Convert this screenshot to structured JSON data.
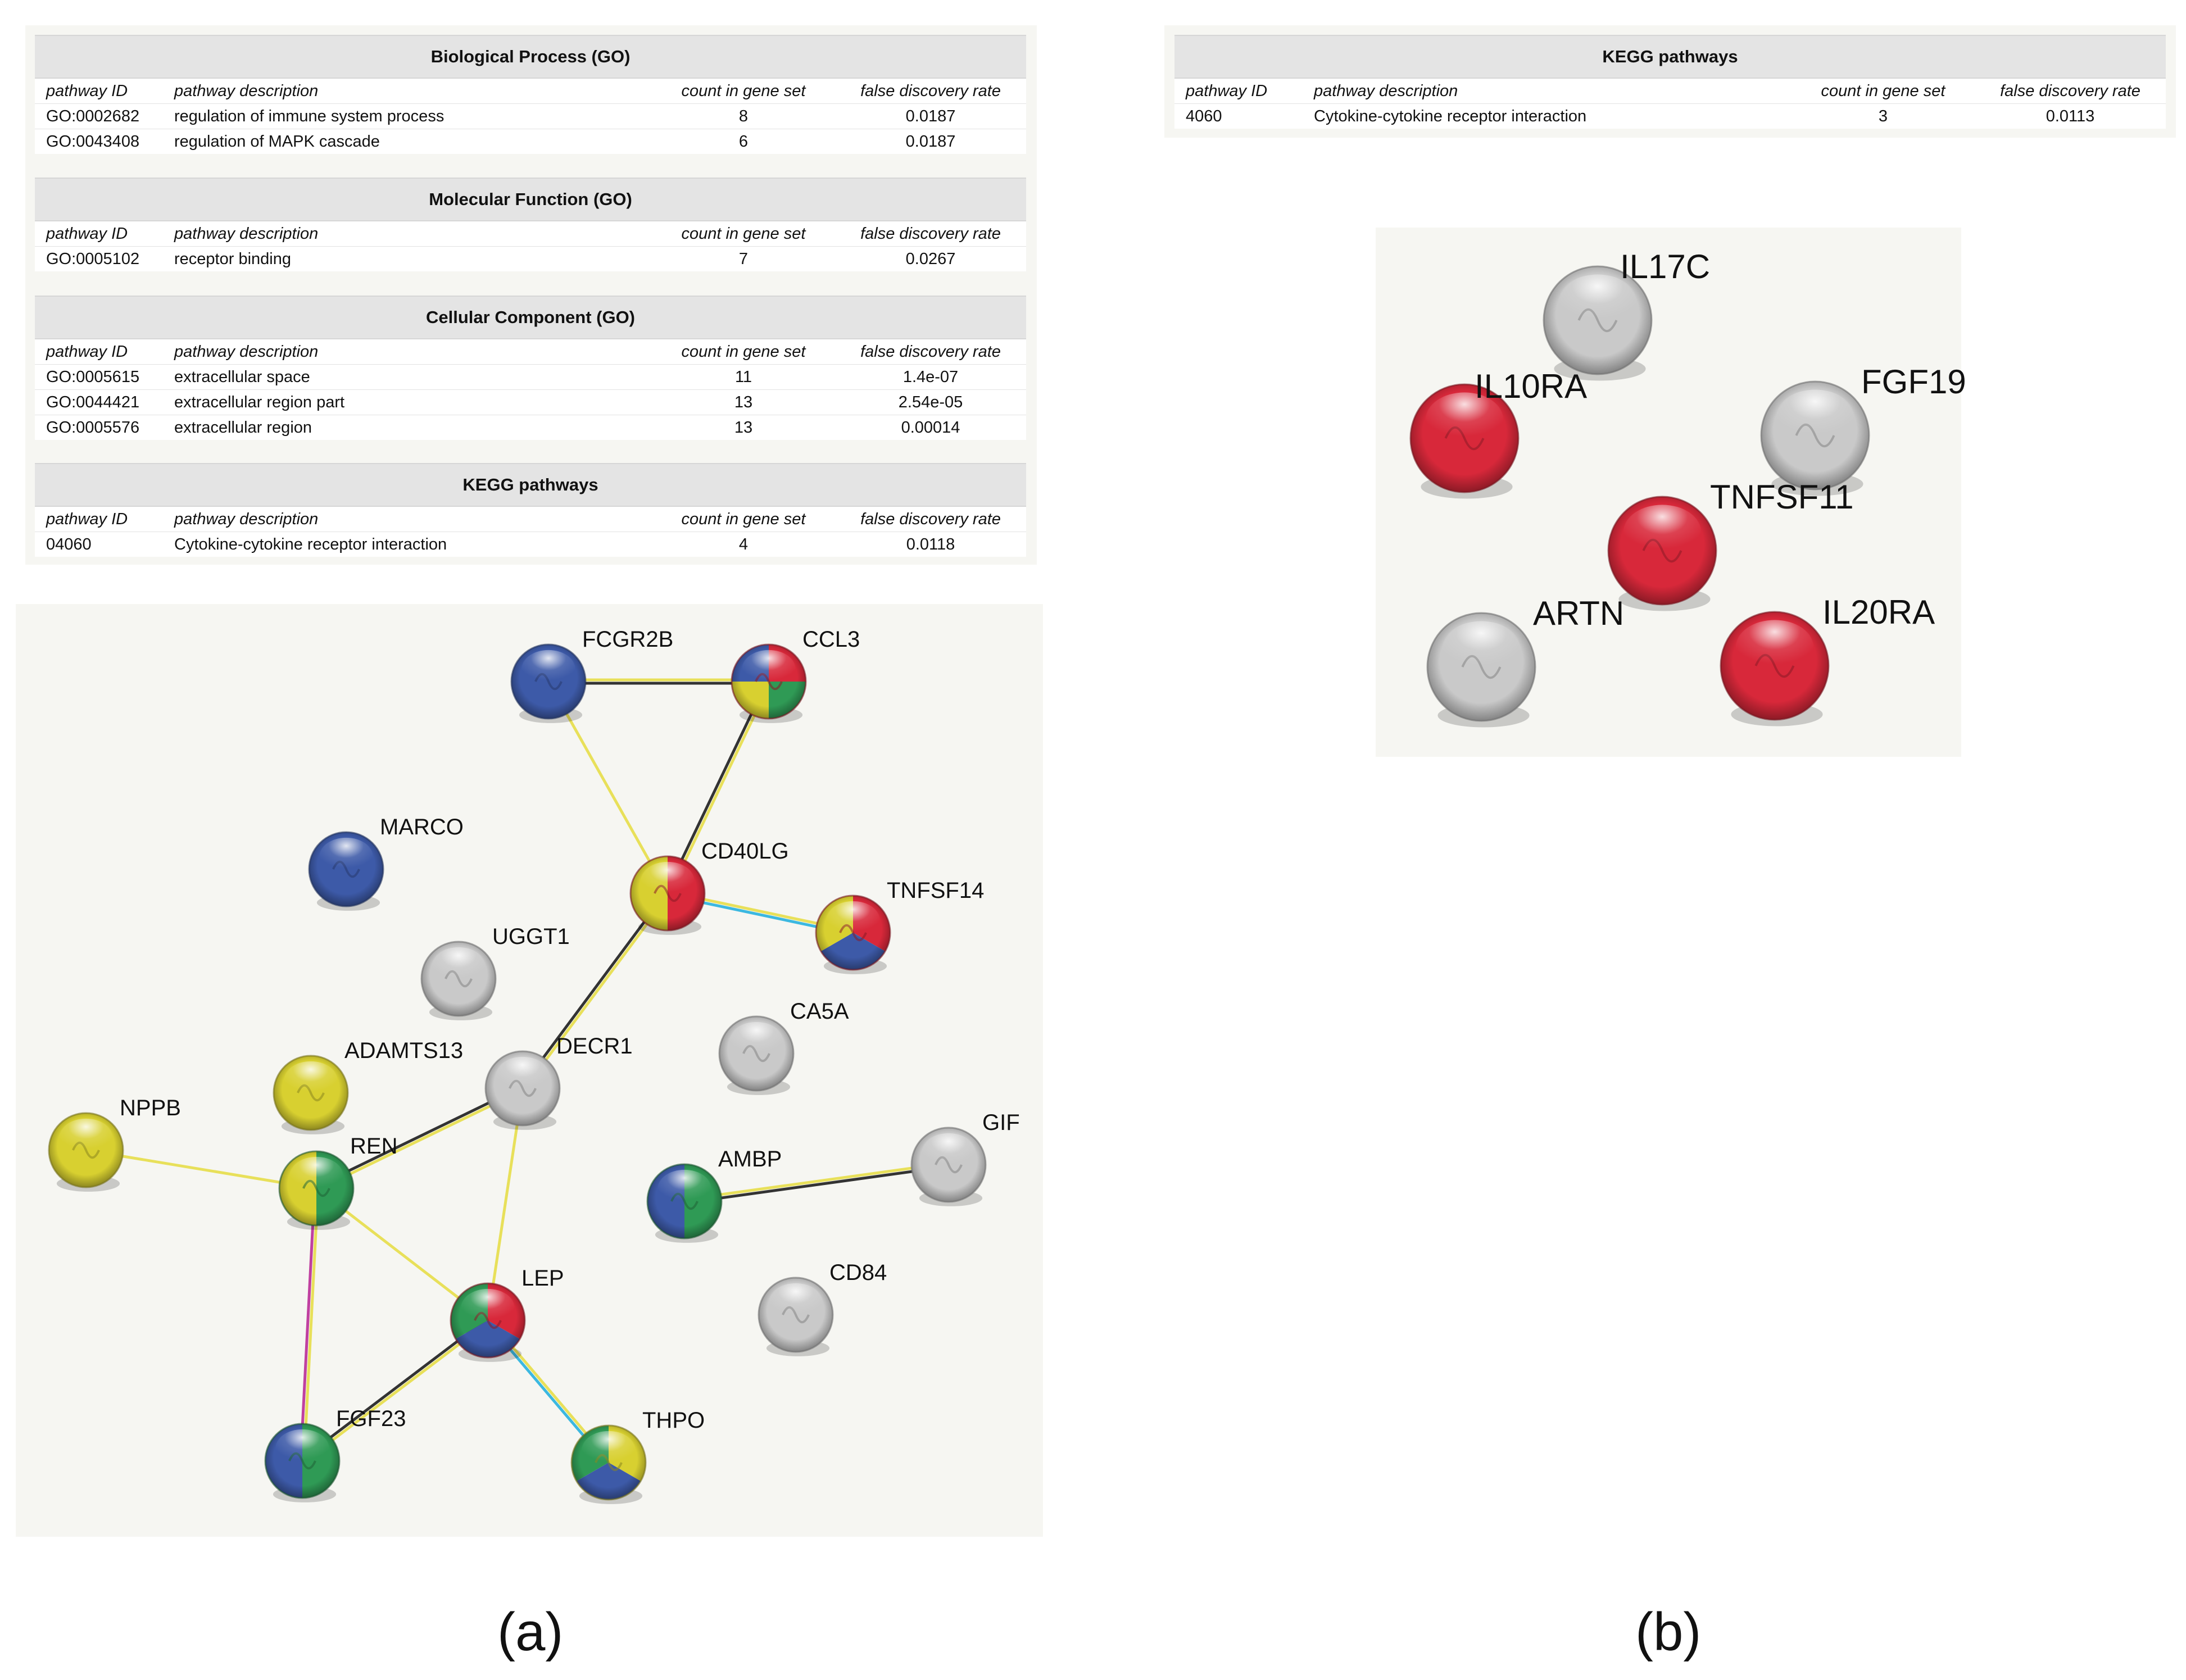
{
  "tables_left": [
    {
      "title": "Biological Process (GO)",
      "columns": [
        "pathway ID",
        "pathway description",
        "count in gene set",
        "false discovery rate"
      ],
      "rows": [
        [
          "GO:0002682",
          "regulation of immune system process",
          "8",
          "0.0187"
        ],
        [
          "GO:0043408",
          "regulation of MAPK cascade",
          "6",
          "0.0187"
        ]
      ]
    },
    {
      "title": "Molecular Function (GO)",
      "columns": [
        "pathway ID",
        "pathway description",
        "count in gene set",
        "false discovery rate"
      ],
      "rows": [
        [
          "GO:0005102",
          "receptor binding",
          "7",
          "0.0267"
        ]
      ]
    },
    {
      "title": "Cellular Component (GO)",
      "columns": [
        "pathway ID",
        "pathway description",
        "count in gene set",
        "false discovery rate"
      ],
      "rows": [
        [
          "GO:0005615",
          "extracellular space",
          "11",
          "1.4e-07"
        ],
        [
          "GO:0044421",
          "extracellular region part",
          "13",
          "2.54e-05"
        ],
        [
          "GO:0005576",
          "extracellular region",
          "13",
          "0.00014"
        ]
      ]
    },
    {
      "title": "KEGG pathways",
      "columns": [
        "pathway ID",
        "pathway description",
        "count in gene set",
        "false discovery rate"
      ],
      "rows": [
        [
          "04060",
          "Cytokine-cytokine receptor interaction",
          "4",
          "0.0118"
        ]
      ]
    }
  ],
  "tables_right": [
    {
      "title": "KEGG pathways",
      "columns": [
        "pathway ID",
        "pathway description",
        "count in gene set",
        "false discovery rate"
      ],
      "rows": [
        [
          "4060",
          "Cytokine-cytokine receptor interaction",
          "3",
          "0.0113"
        ]
      ]
    }
  ],
  "legend_colors": {
    "red": "#d8283a",
    "blue": "#3d5aa8",
    "green": "#2f9a55",
    "yellow": "#d8d030",
    "grey": "#c9c9c9"
  },
  "edge_colors": {
    "text_mining": "#e8e05a",
    "coexpression": "#333333",
    "database": "#3cb8e0",
    "experimental": "#c040a0"
  },
  "network_a": {
    "nodes": [
      {
        "name": "FCGR2B",
        "colors": [
          "blue"
        ]
      },
      {
        "name": "CCL3",
        "colors": [
          "red",
          "green",
          "yellow",
          "blue"
        ]
      },
      {
        "name": "MARCO",
        "colors": [
          "blue"
        ]
      },
      {
        "name": "CD40LG",
        "colors": [
          "red",
          "yellow"
        ]
      },
      {
        "name": "TNFSF14",
        "colors": [
          "red",
          "blue",
          "yellow"
        ]
      },
      {
        "name": "UGGT1",
        "colors": [
          "grey"
        ]
      },
      {
        "name": "CA5A",
        "colors": [
          "grey"
        ]
      },
      {
        "name": "ADAMTS13",
        "colors": [
          "yellow"
        ]
      },
      {
        "name": "DECR1",
        "colors": [
          "grey"
        ]
      },
      {
        "name": "NPPB",
        "colors": [
          "yellow"
        ]
      },
      {
        "name": "REN",
        "colors": [
          "green",
          "yellow"
        ]
      },
      {
        "name": "GIF",
        "colors": [
          "grey"
        ]
      },
      {
        "name": "AMBP",
        "colors": [
          "green",
          "blue"
        ]
      },
      {
        "name": "CD84",
        "colors": [
          "grey"
        ]
      },
      {
        "name": "LEP",
        "colors": [
          "red",
          "blue",
          "green"
        ]
      },
      {
        "name": "FGF23",
        "colors": [
          "green",
          "blue"
        ]
      },
      {
        "name": "THPO",
        "colors": [
          "yellow",
          "blue",
          "green"
        ]
      }
    ],
    "edges": [
      {
        "source": "FCGR2B",
        "target": "CCL3",
        "types": [
          "text_mining",
          "coexpression"
        ]
      },
      {
        "source": "FCGR2B",
        "target": "CD40LG",
        "types": [
          "text_mining"
        ]
      },
      {
        "source": "CCL3",
        "target": "CD40LG",
        "types": [
          "text_mining",
          "coexpression"
        ]
      },
      {
        "source": "CD40LG",
        "target": "TNFSF14",
        "types": [
          "text_mining",
          "database"
        ]
      },
      {
        "source": "CD40LG",
        "target": "DECR1",
        "types": [
          "text_mining",
          "coexpression"
        ]
      },
      {
        "source": "DECR1",
        "target": "REN",
        "types": [
          "text_mining",
          "coexpression"
        ]
      },
      {
        "source": "DECR1",
        "target": "LEP",
        "types": [
          "text_mining"
        ]
      },
      {
        "source": "NPPB",
        "target": "REN",
        "types": [
          "text_mining"
        ]
      },
      {
        "source": "REN",
        "target": "LEP",
        "types": [
          "text_mining"
        ]
      },
      {
        "source": "REN",
        "target": "FGF23",
        "types": [
          "text_mining",
          "experimental"
        ]
      },
      {
        "source": "LEP",
        "target": "FGF23",
        "types": [
          "text_mining",
          "coexpression"
        ]
      },
      {
        "source": "LEP",
        "target": "THPO",
        "types": [
          "text_mining",
          "database"
        ]
      },
      {
        "source": "AMBP",
        "target": "GIF",
        "types": [
          "text_mining",
          "coexpression"
        ]
      }
    ]
  },
  "network_b": {
    "nodes": [
      {
        "name": "IL17C",
        "colors": [
          "grey"
        ]
      },
      {
        "name": "IL10RA",
        "colors": [
          "red"
        ]
      },
      {
        "name": "FGF19",
        "colors": [
          "grey"
        ]
      },
      {
        "name": "TNFSF11",
        "colors": [
          "red"
        ]
      },
      {
        "name": "ARTN",
        "colors": [
          "grey"
        ]
      },
      {
        "name": "IL20RA",
        "colors": [
          "red"
        ]
      }
    ],
    "edges": []
  },
  "captions": {
    "a": "(a)",
    "b": "(b)"
  }
}
